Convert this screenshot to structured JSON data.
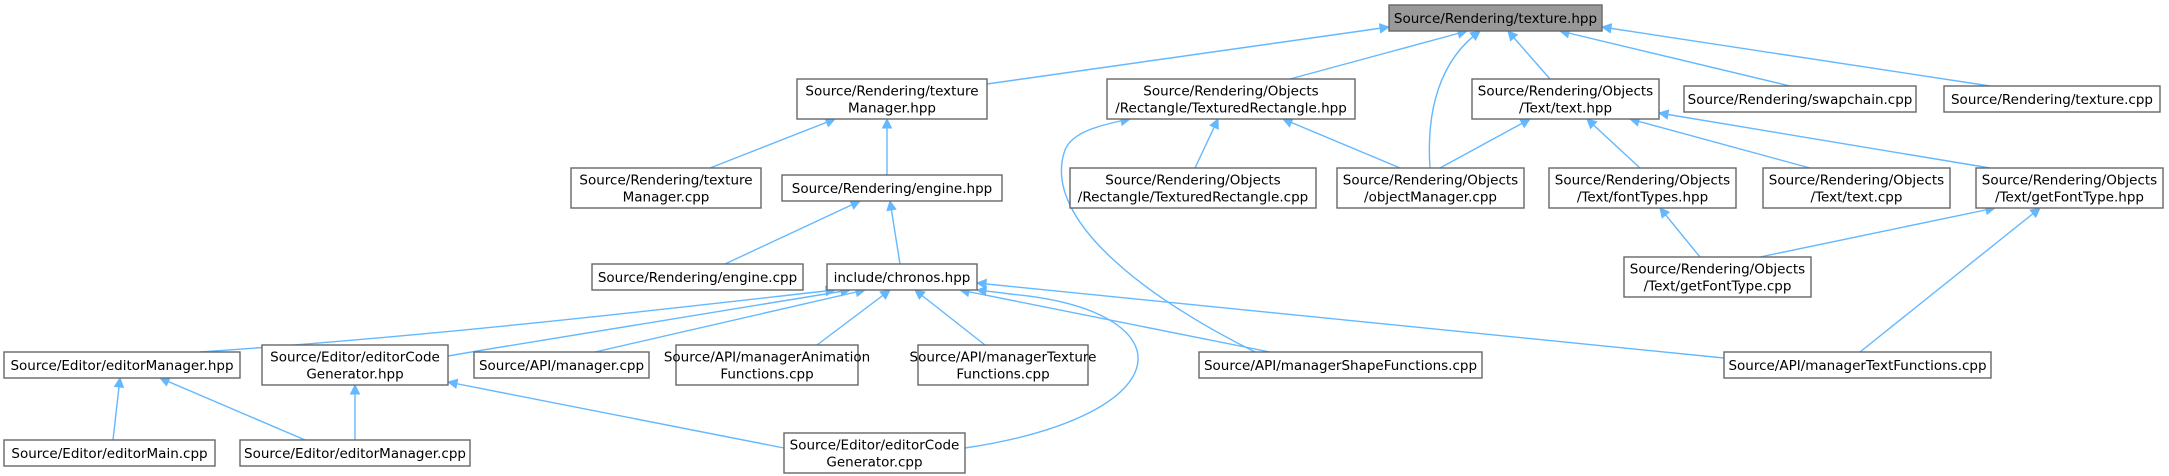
{
  "graph": {
    "title": "Source/Rendering/texture.hpp",
    "colors": {
      "edge": "#63b8ff",
      "root_fill": "#999999",
      "node_border": "#666666",
      "node_fill": "#ffffff"
    },
    "nodes": [
      {
        "id": "root",
        "lines": [
          "Source/Rendering/texture.hpp"
        ],
        "root": true
      },
      {
        "id": "texmgr_hpp",
        "lines": [
          "Source/Rendering/texture",
          "Manager.hpp"
        ]
      },
      {
        "id": "texrect_hpp",
        "lines": [
          "Source/Rendering/Objects",
          "/Rectangle/TexturedRectangle.hpp"
        ]
      },
      {
        "id": "text_hpp",
        "lines": [
          "Source/Rendering/Objects",
          "/Text/text.hpp"
        ]
      },
      {
        "id": "swapchain_cpp",
        "lines": [
          "Source/Rendering/swapchain.cpp"
        ]
      },
      {
        "id": "texture_cpp",
        "lines": [
          "Source/Rendering/texture.cpp"
        ]
      },
      {
        "id": "texmgr_cpp",
        "lines": [
          "Source/Rendering/texture",
          "Manager.cpp"
        ]
      },
      {
        "id": "engine_hpp",
        "lines": [
          "Source/Rendering/engine.hpp"
        ]
      },
      {
        "id": "texrect_cpp",
        "lines": [
          "Source/Rendering/Objects",
          "/Rectangle/TexturedRectangle.cpp"
        ]
      },
      {
        "id": "objmgr_cpp",
        "lines": [
          "Source/Rendering/Objects",
          "/objectManager.cpp"
        ]
      },
      {
        "id": "fonttypes_hpp",
        "lines": [
          "Source/Rendering/Objects",
          "/Text/fontTypes.hpp"
        ]
      },
      {
        "id": "text_cpp",
        "lines": [
          "Source/Rendering/Objects",
          "/Text/text.cpp"
        ]
      },
      {
        "id": "getfont_hpp",
        "lines": [
          "Source/Rendering/Objects",
          "/Text/getFontType.hpp"
        ]
      },
      {
        "id": "engine_cpp",
        "lines": [
          "Source/Rendering/engine.cpp"
        ]
      },
      {
        "id": "chronos_hpp",
        "lines": [
          "include/chronos.hpp"
        ]
      },
      {
        "id": "getfont_cpp",
        "lines": [
          "Source/Rendering/Objects",
          "/Text/getFontType.cpp"
        ]
      },
      {
        "id": "edmgr_hpp",
        "lines": [
          "Source/Editor/editorManager.hpp"
        ]
      },
      {
        "id": "edcode_hpp",
        "lines": [
          "Source/Editor/editorCode",
          "Generator.hpp"
        ]
      },
      {
        "id": "api_mgr_cpp",
        "lines": [
          "Source/API/manager.cpp"
        ]
      },
      {
        "id": "api_anim_cpp",
        "lines": [
          "Source/API/managerAnimation",
          "Functions.cpp"
        ]
      },
      {
        "id": "api_tex_cpp",
        "lines": [
          "Source/API/managerTexture",
          "Functions.cpp"
        ]
      },
      {
        "id": "api_shape_cpp",
        "lines": [
          "Source/API/managerShapeFunctions.cpp"
        ]
      },
      {
        "id": "api_text_cpp",
        "lines": [
          "Source/API/managerTextFunctions.cpp"
        ]
      },
      {
        "id": "edmain_cpp",
        "lines": [
          "Source/Editor/editorMain.cpp"
        ]
      },
      {
        "id": "edmgr_cpp",
        "lines": [
          "Source/Editor/editorManager.cpp"
        ]
      },
      {
        "id": "edcode_cpp",
        "lines": [
          "Source/Editor/editorCode",
          "Generator.cpp"
        ]
      }
    ],
    "edges": [
      [
        "texmgr_hpp",
        "root"
      ],
      [
        "texrect_hpp",
        "root"
      ],
      [
        "text_hpp",
        "root"
      ],
      [
        "objmgr_cpp",
        "root"
      ],
      [
        "swapchain_cpp",
        "root"
      ],
      [
        "texture_cpp",
        "root"
      ],
      [
        "texmgr_cpp",
        "texmgr_hpp"
      ],
      [
        "engine_hpp",
        "texmgr_hpp"
      ],
      [
        "texrect_cpp",
        "texrect_hpp"
      ],
      [
        "objmgr_cpp",
        "texrect_hpp"
      ],
      [
        "api_shape_cpp",
        "texrect_hpp"
      ],
      [
        "objmgr_cpp",
        "text_hpp"
      ],
      [
        "fonttypes_hpp",
        "text_hpp"
      ],
      [
        "text_cpp",
        "text_hpp"
      ],
      [
        "getfont_hpp",
        "text_hpp"
      ],
      [
        "engine_cpp",
        "engine_hpp"
      ],
      [
        "chronos_hpp",
        "engine_hpp"
      ],
      [
        "getfont_cpp",
        "fonttypes_hpp"
      ],
      [
        "getfont_cpp",
        "getfont_hpp"
      ],
      [
        "api_text_cpp",
        "getfont_hpp"
      ],
      [
        "edmgr_hpp",
        "chronos_hpp"
      ],
      [
        "edcode_hpp",
        "chronos_hpp"
      ],
      [
        "api_mgr_cpp",
        "chronos_hpp"
      ],
      [
        "api_anim_cpp",
        "chronos_hpp"
      ],
      [
        "api_tex_cpp",
        "chronos_hpp"
      ],
      [
        "api_shape_cpp",
        "chronos_hpp"
      ],
      [
        "api_text_cpp",
        "chronos_hpp"
      ],
      [
        "edcode_cpp",
        "chronos_hpp"
      ],
      [
        "edmain_cpp",
        "edmgr_hpp"
      ],
      [
        "edmgr_cpp",
        "edmgr_hpp"
      ],
      [
        "edmgr_cpp",
        "edcode_hpp"
      ],
      [
        "edcode_cpp",
        "edcode_hpp"
      ]
    ]
  }
}
